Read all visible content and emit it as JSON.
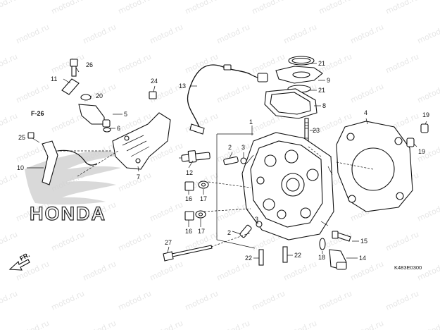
{
  "diagram": {
    "callouts": [
      {
        "id": "c1",
        "text": "1"
      },
      {
        "id": "c2a",
        "text": "2"
      },
      {
        "id": "c2b",
        "text": "2"
      },
      {
        "id": "c3a",
        "text": "3"
      },
      {
        "id": "c3b",
        "text": "3"
      },
      {
        "id": "c4",
        "text": "4"
      },
      {
        "id": "c5",
        "text": "5"
      },
      {
        "id": "c6",
        "text": "6"
      },
      {
        "id": "c7",
        "text": "7"
      },
      {
        "id": "c8",
        "text": "8"
      },
      {
        "id": "c9",
        "text": "9"
      },
      {
        "id": "c10",
        "text": "10"
      },
      {
        "id": "c11",
        "text": "11"
      },
      {
        "id": "c12",
        "text": "12"
      },
      {
        "id": "c13",
        "text": "13"
      },
      {
        "id": "c14",
        "text": "14"
      },
      {
        "id": "c15",
        "text": "15"
      },
      {
        "id": "c16a",
        "text": "16"
      },
      {
        "id": "c16b",
        "text": "16"
      },
      {
        "id": "c17a",
        "text": "17"
      },
      {
        "id": "c17b",
        "text": "17"
      },
      {
        "id": "c18",
        "text": "18"
      },
      {
        "id": "c19a",
        "text": "19"
      },
      {
        "id": "c19b",
        "text": "19"
      },
      {
        "id": "c20",
        "text": "20"
      },
      {
        "id": "c21a",
        "text": "21"
      },
      {
        "id": "c21b",
        "text": "21"
      },
      {
        "id": "c22a",
        "text": "22"
      },
      {
        "id": "c22b",
        "text": "22"
      },
      {
        "id": "c23",
        "text": "23"
      },
      {
        "id": "c24",
        "text": "24"
      },
      {
        "id": "c25",
        "text": "25"
      },
      {
        "id": "c26",
        "text": "26"
      },
      {
        "id": "c27",
        "text": "27"
      }
    ],
    "figure_ref": "F-26",
    "direction_label": "FR.",
    "brand_text": "HONDA",
    "diagram_code": "K483E0300",
    "watermark_text": "motod.ru"
  },
  "colors": {
    "line": "#111111",
    "watermark": "#e6e6e6",
    "logo_dots": "#bdbdbd"
  }
}
